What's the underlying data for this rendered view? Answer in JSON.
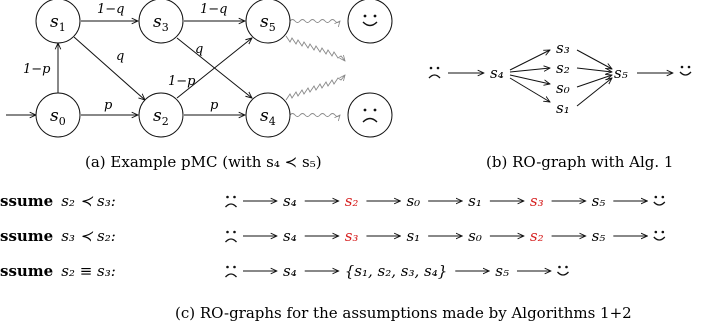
{
  "panel_a": {
    "states": {
      "s0": "s",
      "s1": "s",
      "s2": "s",
      "s3": "s",
      "s4": "s",
      "s5": "s"
    },
    "subscripts": {
      "s0": "0",
      "s1": "1",
      "s2": "2",
      "s3": "3",
      "s4": "4",
      "s5": "5"
    },
    "edge_labels": {
      "s1_s3": "1−q",
      "s3_s5": "1−q",
      "s1_s2": "q",
      "s3_s4": "q",
      "s0_s1": "1−p",
      "s2_s5": "1−p",
      "s0_s2": "p",
      "s2_s4": "p"
    },
    "smile_glyph": "◡",
    "frown_glyph": "◠",
    "caption": "(a)  Example pMC (with s₄ ≺ s₅)"
  },
  "panel_b": {
    "left_node": "s₄",
    "middle_nodes": [
      "s₃",
      "s₂",
      "s₀",
      "s₁"
    ],
    "right_node": "s₅",
    "caption": "(b)  RO-graph with Alg. 1"
  },
  "panel_c": {
    "rows": [
      {
        "label_bold": "ssume",
        "label_math": "s₂ ≺ s₃:",
        "sequence": [
          "s₄",
          "s₂",
          "s₀",
          "s₁",
          "s₃",
          "s₅"
        ],
        "highlighted": [
          1,
          4
        ]
      },
      {
        "label_bold": "ssume",
        "label_math": "s₃ ≺ s₂:",
        "sequence": [
          "s₄",
          "s₃",
          "s₁",
          "s₀",
          "s₂",
          "s₅"
        ],
        "highlighted": [
          1,
          4
        ]
      },
      {
        "label_bold": "ssume",
        "label_math": "s₂ ≡ s₃:",
        "sequence": [
          "s₄",
          "{s₁, s₂, s₃, s₄}",
          "s₅"
        ],
        "highlighted": []
      }
    ],
    "caption": "(c)  RO-graphs for the assumptions made by Algorithms 1+2"
  },
  "colors": {
    "highlight": "#d62020",
    "wavy": "#888888",
    "stroke": "#111111"
  }
}
